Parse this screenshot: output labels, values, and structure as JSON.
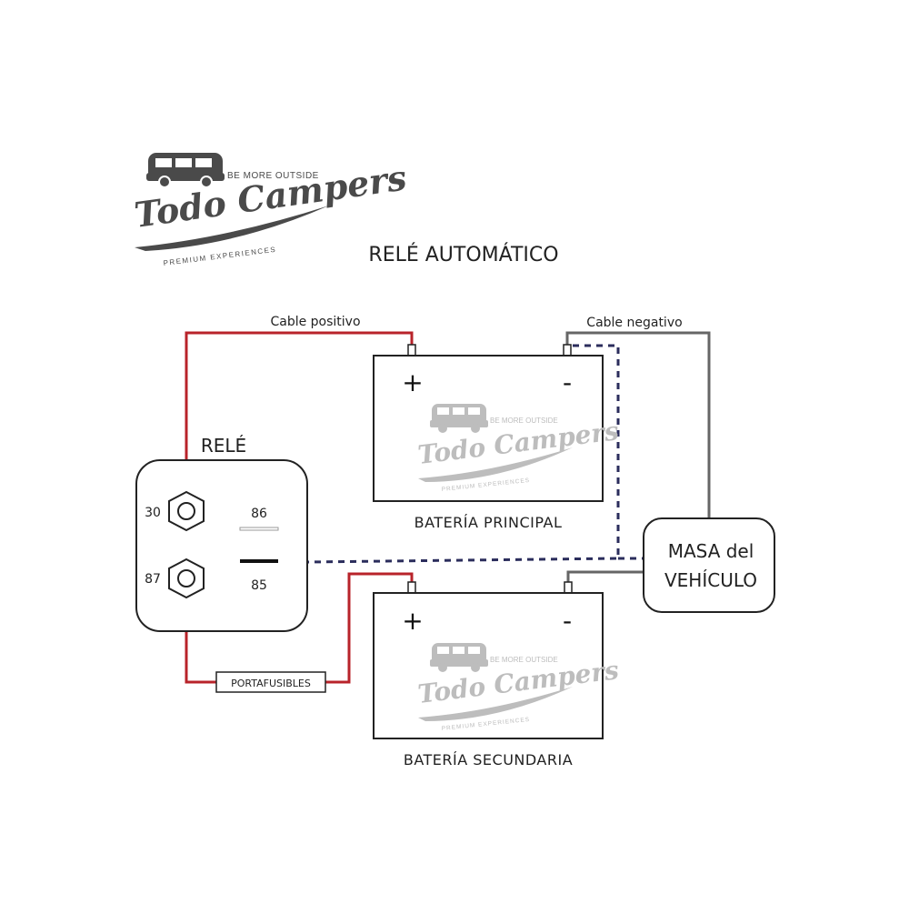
{
  "title": "RELÉ AUTOMÁTICO",
  "logo": {
    "tagline": "BE MORE OUTSIDE",
    "brand": "Todo Campers",
    "subline": "PREMIUM EXPERIENCES"
  },
  "relay": {
    "label": "RELÉ",
    "pin_30": "30",
    "pin_87": "87",
    "pin_86": "86",
    "pin_85": "85"
  },
  "cables": {
    "positive": "Cable positivo",
    "negative": "Cable negativo"
  },
  "battery_main": {
    "label": "BATERÍA PRINCIPAL",
    "plus": "+",
    "minus": "-"
  },
  "battery_secondary": {
    "label": "BATERÍA SECUNDARIA",
    "plus": "+",
    "minus": "-"
  },
  "fuse_holder": "PORTAFUSIBLES",
  "ground": {
    "line1": "MASA del",
    "line2": "VEHÍCULO"
  },
  "colors": {
    "positive_wire": "#b8232a",
    "negative_wire": "#666666",
    "signal_wire": "#2b2d5c",
    "outline": "#222222",
    "watermark": "#bdbdbd",
    "logo": "#4a4a4a"
  }
}
